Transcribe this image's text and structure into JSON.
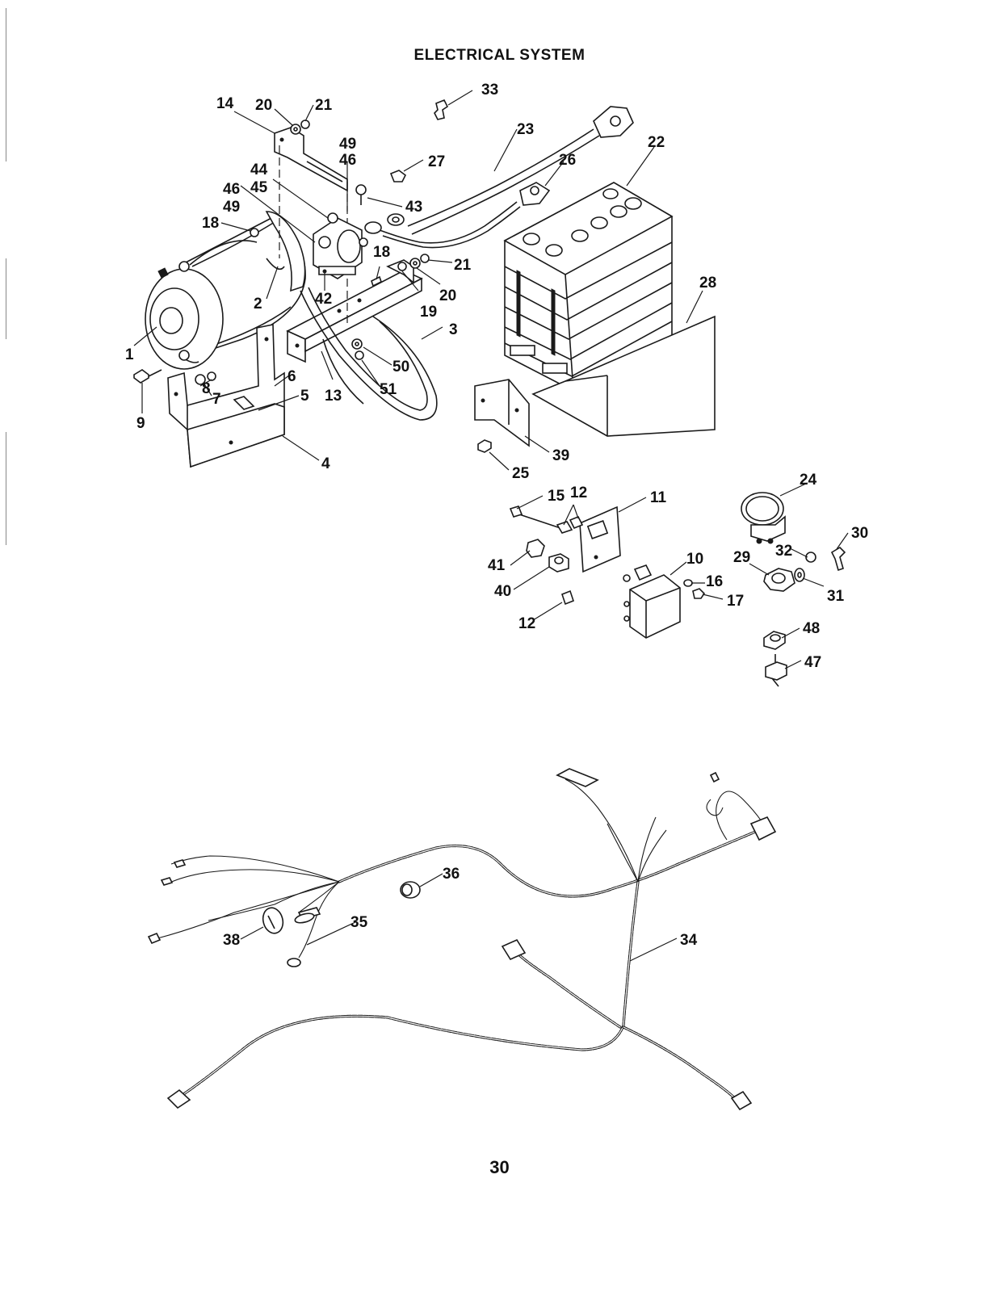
{
  "title": "ELECTRICAL SYSTEM",
  "page_number": "30",
  "callouts": [
    {
      "id": "1",
      "label": "1"
    },
    {
      "id": "2",
      "label": "2"
    },
    {
      "id": "3",
      "label": "3"
    },
    {
      "id": "4",
      "label": "4"
    },
    {
      "id": "5",
      "label": "5"
    },
    {
      "id": "6",
      "label": "6"
    },
    {
      "id": "7",
      "label": "7"
    },
    {
      "id": "8",
      "label": "8"
    },
    {
      "id": "9",
      "label": "9"
    },
    {
      "id": "10",
      "label": "10"
    },
    {
      "id": "11",
      "label": "11"
    },
    {
      "id": "12a",
      "label": "12"
    },
    {
      "id": "12b",
      "label": "12"
    },
    {
      "id": "13",
      "label": "13"
    },
    {
      "id": "14",
      "label": "14"
    },
    {
      "id": "15",
      "label": "15"
    },
    {
      "id": "16",
      "label": "16"
    },
    {
      "id": "17",
      "label": "17"
    },
    {
      "id": "18a",
      "label": "18"
    },
    {
      "id": "18b",
      "label": "18"
    },
    {
      "id": "19",
      "label": "19"
    },
    {
      "id": "20a",
      "label": "20"
    },
    {
      "id": "20b",
      "label": "20"
    },
    {
      "id": "21a",
      "label": "21"
    },
    {
      "id": "21b",
      "label": "21"
    },
    {
      "id": "22",
      "label": "22"
    },
    {
      "id": "23",
      "label": "23"
    },
    {
      "id": "24",
      "label": "24"
    },
    {
      "id": "25",
      "label": "25"
    },
    {
      "id": "26",
      "label": "26"
    },
    {
      "id": "27",
      "label": "27"
    },
    {
      "id": "28",
      "label": "28"
    },
    {
      "id": "29",
      "label": "29"
    },
    {
      "id": "30",
      "label": "30"
    },
    {
      "id": "31",
      "label": "31"
    },
    {
      "id": "32",
      "label": "32"
    },
    {
      "id": "33",
      "label": "33"
    },
    {
      "id": "34",
      "label": "34"
    },
    {
      "id": "35",
      "label": "35"
    },
    {
      "id": "36",
      "label": "36"
    },
    {
      "id": "38",
      "label": "38"
    },
    {
      "id": "39",
      "label": "39"
    },
    {
      "id": "40",
      "label": "40"
    },
    {
      "id": "41",
      "label": "41"
    },
    {
      "id": "42",
      "label": "42"
    },
    {
      "id": "43",
      "label": "43"
    },
    {
      "id": "44",
      "label": "44"
    },
    {
      "id": "45",
      "label": "45"
    },
    {
      "id": "46a",
      "label": "46"
    },
    {
      "id": "46b",
      "label": "46"
    },
    {
      "id": "47",
      "label": "47"
    },
    {
      "id": "48",
      "label": "48"
    },
    {
      "id": "49a",
      "label": "49"
    },
    {
      "id": "49b",
      "label": "49"
    },
    {
      "id": "50",
      "label": "50"
    },
    {
      "id": "51",
      "label": "51"
    }
  ]
}
